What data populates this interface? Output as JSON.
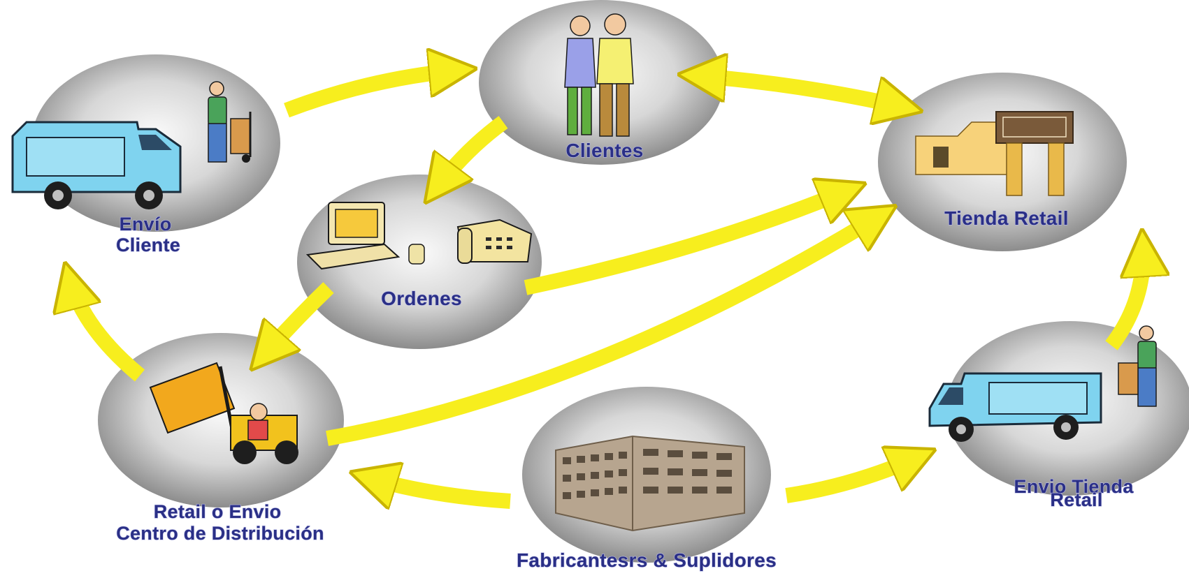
{
  "nodes": {
    "envio_cliente": {
      "lines": [
        "Envío",
        "Cliente"
      ]
    },
    "clientes": {
      "lines": [
        "Clientes"
      ]
    },
    "ordenes": {
      "lines": [
        "Ordenes"
      ]
    },
    "tienda_retail": {
      "lines": [
        "Tienda Retail"
      ]
    },
    "centro_distribucion": {
      "lines": [
        "Retail o Envio",
        "Centro de Distribución"
      ]
    },
    "fabricantes": {
      "lines": [
        "Fabricantesrs & Suplidores"
      ]
    },
    "envio_tienda": {
      "lines": [
        "Envio Tienda",
        "Retail"
      ]
    }
  },
  "colors": {
    "arrow": "#f7ee1e",
    "label": "#2a2f86",
    "node_light": "#fafafa",
    "node_dark": "#8c8c8c",
    "truck": "#7fd3ef",
    "building": "#b7a58f",
    "forklift": "#f2a81d"
  }
}
